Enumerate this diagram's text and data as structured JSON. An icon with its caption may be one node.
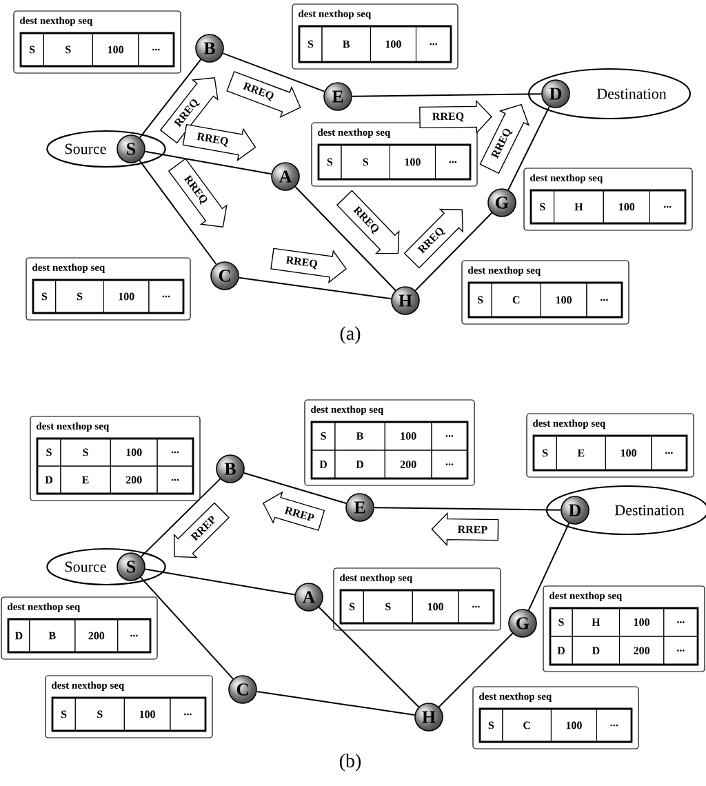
{
  "diagram": {
    "nodes": [
      {
        "text": [
          "Source"
        ]
      },
      {
        "text": [
          "S"
        ],
        "in": 0
      },
      {
        "text": [
          "B"
        ]
      },
      {
        "text": [
          "E"
        ]
      },
      {
        "text": [
          "Destination"
        ]
      },
      {
        "text": [
          "D"
        ],
        "in": 4
      },
      {
        "text": [
          "A"
        ]
      },
      {
        "text": [
          "G"
        ]
      },
      {
        "text": [
          "C"
        ]
      },
      {
        "text": [
          "H"
        ]
      },
      {
        "text": [
          "dest nexthop seq",
          "S",
          "S",
          "100",
          "..."
        ]
      },
      {
        "text": [
          "dest nexthop seq",
          "S",
          "B",
          "100",
          "..."
        ]
      },
      {
        "text": [
          "dest nexthop seq",
          "S",
          "S",
          "100",
          "..."
        ]
      },
      {
        "text": [
          "dest nexthop seq",
          "S",
          "H",
          "100",
          "..."
        ]
      },
      {
        "text": [
          "dest nexthop seq",
          "S",
          "S",
          "100",
          "..."
        ]
      },
      {
        "text": [
          "dest nexthop seq",
          "S",
          "C",
          "100",
          "..."
        ]
      },
      {
        "text": [
          "Source"
        ]
      },
      {
        "text": [
          "S"
        ],
        "in": 16
      },
      {
        "text": [
          "B"
        ]
      },
      {
        "text": [
          "E"
        ]
      },
      {
        "text": [
          "Destination"
        ]
      },
      {
        "text": [
          "D"
        ],
        "in": 20
      },
      {
        "text": [
          "A"
        ]
      },
      {
        "text": [
          "G"
        ]
      },
      {
        "text": [
          "C"
        ]
      },
      {
        "text": [
          "H"
        ]
      },
      {
        "text": [
          "dest nexthop seq",
          "S",
          "S",
          "100",
          "...",
          "D",
          "E",
          "200",
          "..."
        ]
      },
      {
        "text": [
          "dest nexthop seq",
          "S",
          "B",
          "100",
          "...",
          "D",
          "D",
          "200",
          "..."
        ]
      },
      {
        "text": [
          "dest nexthop seq",
          "S",
          "E",
          "100",
          "..."
        ]
      },
      {
        "text": [
          "dest nexthop seq",
          "S",
          "S",
          "100",
          "..."
        ]
      },
      {
        "text": [
          "dest nexthop seq",
          "D",
          "B",
          "200",
          "..."
        ]
      },
      {
        "text": [
          "dest nexthop seq",
          "S",
          "H",
          "100",
          "...",
          "D",
          "D",
          "200",
          "..."
        ]
      },
      {
        "text": [
          "dest nexthop seq",
          "S",
          "S",
          "100",
          "..."
        ]
      },
      {
        "text": [
          "dest nexthop seq",
          "S",
          "C",
          "100",
          "..."
        ]
      }
    ],
    "edges": [
      {
        "from": 1,
        "to": 2,
        "arrow": "none"
      },
      {
        "from": 1,
        "to": 6,
        "arrow": "none"
      },
      {
        "from": 1,
        "to": 8,
        "arrow": "none"
      },
      {
        "from": 2,
        "to": 3,
        "arrow": "none"
      },
      {
        "from": 3,
        "to": 5,
        "arrow": "none"
      },
      {
        "from": 6,
        "to": 9,
        "arrow": "none"
      },
      {
        "from": 8,
        "to": 9,
        "arrow": "none"
      },
      {
        "from": 9,
        "to": 7,
        "arrow": "none"
      },
      {
        "from": 7,
        "to": 5,
        "arrow": "none"
      },
      {
        "from": 17,
        "to": 18,
        "arrow": "none"
      },
      {
        "from": 17,
        "to": 22,
        "arrow": "none"
      },
      {
        "from": 17,
        "to": 24,
        "arrow": "none"
      },
      {
        "from": 18,
        "to": 19,
        "arrow": "none"
      },
      {
        "from": 19,
        "to": 21,
        "arrow": "none"
      },
      {
        "from": 22,
        "to": 25,
        "arrow": "none"
      },
      {
        "from": 24,
        "to": 25,
        "arrow": "none"
      },
      {
        "from": 25,
        "to": 23,
        "arrow": "none"
      },
      {
        "from": 23,
        "to": 21,
        "arrow": "none"
      },
      {
        "from": 1,
        "to": 2,
        "arrow": "to",
        "label": "RREQ"
      },
      {
        "from": 2,
        "to": 3,
        "arrow": "to",
        "label": "RREQ"
      },
      {
        "from": 1,
        "to": 6,
        "arrow": "to",
        "label": "RREQ"
      },
      {
        "from": 1,
        "to": 8,
        "arrow": "to",
        "label": "RREQ"
      },
      {
        "from": 8,
        "to": 9,
        "arrow": "to",
        "label": "RREQ"
      },
      {
        "from": 6,
        "to": 9,
        "arrow": "to",
        "label": "RREQ"
      },
      {
        "from": 9,
        "to": 7,
        "arrow": "to",
        "label": "RREQ"
      },
      {
        "from": 3,
        "to": 5,
        "arrow": "to",
        "label": "RREQ"
      },
      {
        "from": 7,
        "to": 5,
        "arrow": "to",
        "label": "RREQ"
      },
      {
        "from": 18,
        "to": 17,
        "arrow": "to",
        "label": "RREP"
      },
      {
        "from": 19,
        "to": 18,
        "arrow": "to",
        "label": "RREP"
      },
      {
        "from": 21,
        "to": 19,
        "arrow": "to",
        "label": "RREP"
      }
    ],
    "labels": [
      "(a)",
      "(b)"
    ]
  }
}
